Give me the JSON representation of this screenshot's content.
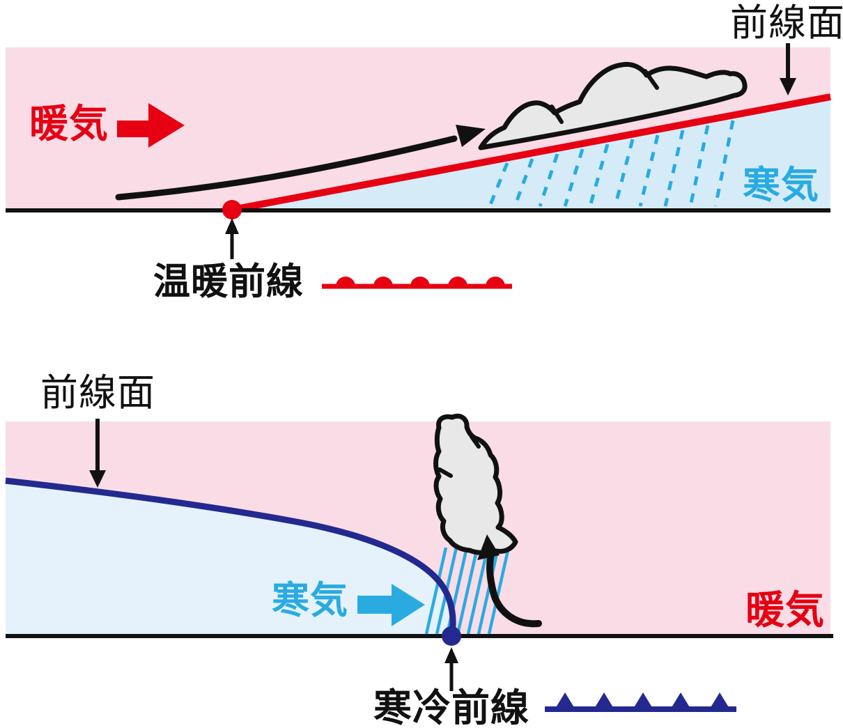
{
  "figure": {
    "description": "Japanese weather-front cross-section diagram with two panels",
    "top_panel": {
      "front_name": "温暖前線",
      "frontal_surface_label": "前線面",
      "warm_air_label": "暖気",
      "cold_air_label": "寒気"
    },
    "bottom_panel": {
      "front_name": "寒冷前線",
      "frontal_surface_label": "前線面",
      "warm_air_label": "暖気",
      "cold_air_label": "寒気"
    }
  },
  "icons": {
    "warm_air_arrow": "right-arrow",
    "cold_air_arrow": "right-arrow",
    "warm_front_symbol": "line-with-semicircles",
    "cold_front_symbol": "line-with-triangles",
    "ascending_air_arrow_top": "curved-arrow-up-right",
    "ascending_air_arrow_bottom": "curved-arrow-up",
    "pointer_arrows": "straight-arrows"
  },
  "colors": {
    "warm_air_bg": "#FADCE7",
    "cold_air_top": "#D6EBF8",
    "cold_air_bottom": "#E5F2FB",
    "front_red": "#E60012",
    "rain_cyan": "#29ABE2",
    "front_navy": "#23298E",
    "cloud_fill": "#E8E8E8",
    "outline_black": "#111111"
  }
}
